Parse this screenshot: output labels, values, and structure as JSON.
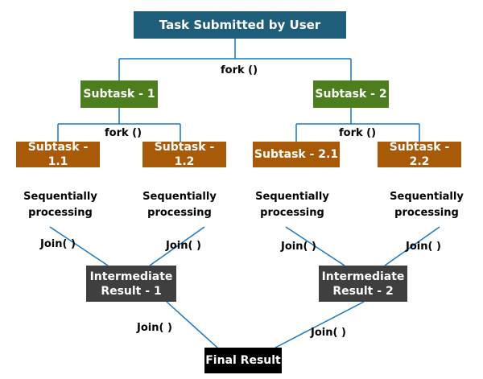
{
  "title": "Task Submitted by User",
  "fork_label": "fork ()",
  "join_label": "Join( )",
  "sequential_label": "Sequentially\nprocessing",
  "subtasks": {
    "s1": "Subtask - 1",
    "s2": "Subtask - 2",
    "s11": "Subtask - 1.1",
    "s12": "Subtask - 1.2",
    "s21": "Subtask - 2.1",
    "s22": "Subtask - 2.2"
  },
  "intermediate": {
    "r1": "Intermediate\nResult - 1",
    "r2": "Intermediate\nResult - 2"
  },
  "final": "Final Result",
  "colors": {
    "top": "#1f5e7a",
    "subtask_level1": "#4c7e1e",
    "subtask_level2": "#a85a09",
    "intermediate": "#3f3f3f",
    "final": "#000000",
    "connector": "#1a78c2"
  }
}
